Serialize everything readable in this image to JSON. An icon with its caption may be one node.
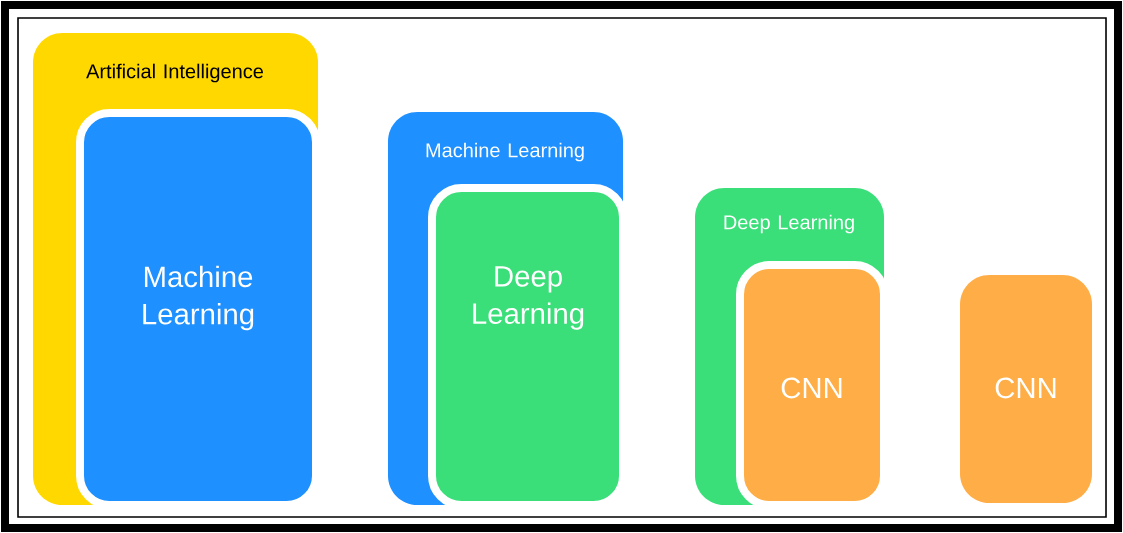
{
  "diagram": {
    "nodes": [
      {
        "text": [
          "Artificial Intelligence"
        ]
      },
      {
        "text": [
          "Machine Learning"
        ],
        "in": 0
      },
      {
        "text": [
          "Machine Learning"
        ]
      },
      {
        "text": [
          "Deep Learning"
        ],
        "in": 2
      },
      {
        "text": [
          "Deep Learning"
        ]
      },
      {
        "text": [
          "CNN"
        ],
        "in": 4
      },
      {
        "text": [
          "CNN"
        ]
      }
    ]
  }
}
